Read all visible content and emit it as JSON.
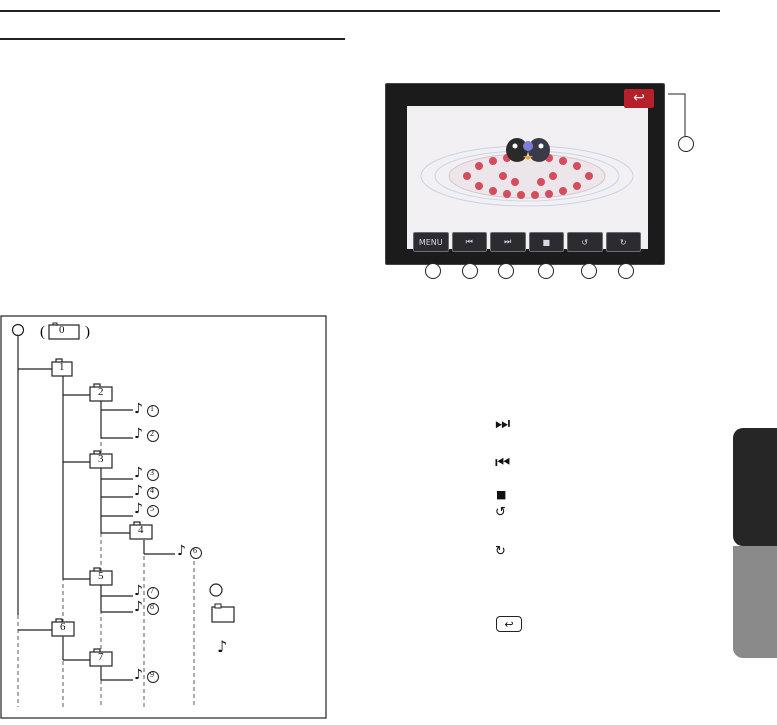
{
  "folder_tree": {
    "root_label": "0",
    "folders": [
      "1",
      "2",
      "3",
      "4",
      "5",
      "6",
      "7"
    ],
    "tracks": [
      "1",
      "2",
      "3",
      "4",
      "5",
      "6",
      "7",
      "8",
      "9"
    ]
  },
  "control_bar": {
    "menu_label": "MENU",
    "prev_symbol": "⏮",
    "next_symbol": "⏭",
    "stop_symbol": "■",
    "rewind_symbol": "↺",
    "forward_symbol": "↻",
    "back_symbol": "↩"
  },
  "legend": {
    "next_symbol": "⏭",
    "prev_symbol": "⏮",
    "stop_symbol": "■",
    "rewind_symbol": "↺",
    "forward_symbol": "↻",
    "back_symbol": "↩"
  },
  "colors": {
    "tab_dark": "#262626",
    "tab_light": "#8a8a8a",
    "back_button": "#b5202a"
  }
}
